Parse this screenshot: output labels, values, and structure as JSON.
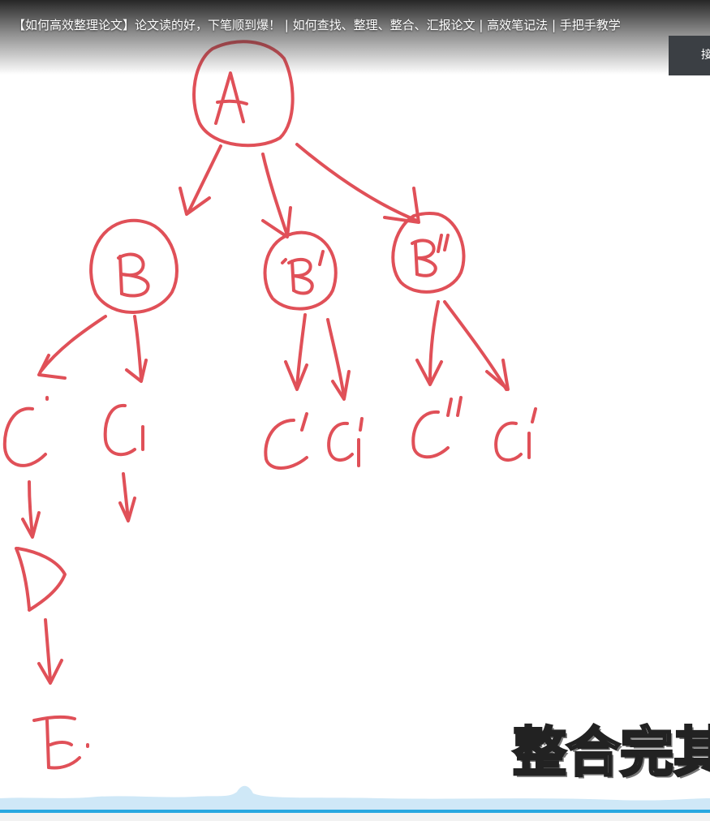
{
  "video": {
    "title": "【如何高效整理论文】论文读的好，下笔顺到爆！ | 如何查找、整理、整合、汇报论文 | 高效笔记法 | 手把手教学",
    "side_button_label": "接",
    "caption": "整合完其"
  },
  "diagram": {
    "ink_color": "#e05058",
    "nodes": {
      "A": "A",
      "B": "B",
      "B1": "B'",
      "B2": "B\"",
      "C": "C",
      "C1": "C1",
      "C_prime": "C'",
      "C1_prime": "C1'",
      "C_dprime": "C\"",
      "C1_dprime": "C1'",
      "D": "D",
      "E": "E"
    }
  },
  "colors": {
    "progress": "#2aa8e0",
    "waveform": "#cfe8f7",
    "title_text": "#ffffff"
  }
}
